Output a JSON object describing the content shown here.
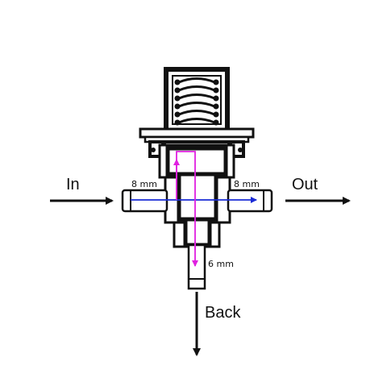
{
  "labels": {
    "in": "In",
    "out": "Out",
    "back": "Back",
    "inlet_size": "8 mm",
    "outlet_size": "8 mm",
    "return_size": "6 mm"
  },
  "colors": {
    "outline": "#111111",
    "flow_through": "#1a2bd6",
    "flow_return": "#e020e0",
    "body_fill": "#ffffff"
  }
}
